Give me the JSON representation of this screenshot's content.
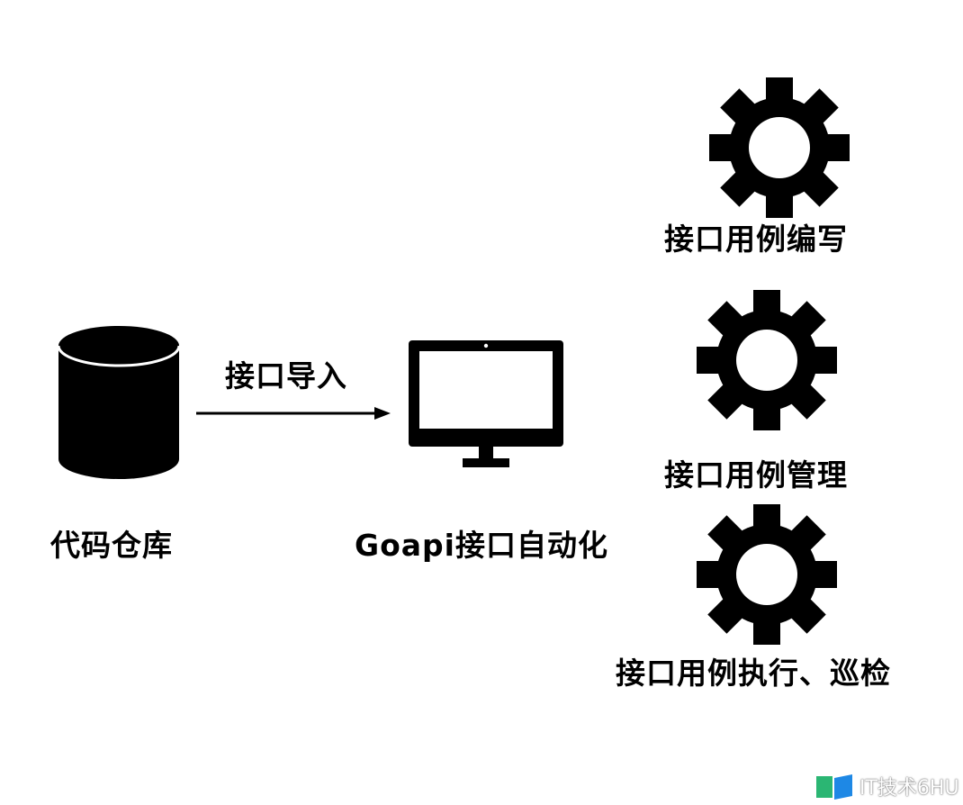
{
  "nodes": {
    "repo": {
      "label": "代码仓库"
    },
    "goapi": {
      "label": "Goapi接口自动化"
    },
    "case_write": {
      "label": "接口用例编写"
    },
    "case_manage": {
      "label": "接口用例管理"
    },
    "case_run": {
      "label": "接口用例执行、巡检"
    }
  },
  "edges": {
    "import": {
      "label": "接口导入"
    }
  },
  "watermark": {
    "text": "IT技术6HU"
  },
  "icons": {
    "repo": "database-icon",
    "goapi": "monitor-icon",
    "gears": "gear-icon"
  },
  "colors": {
    "ink": "#000000",
    "background": "#ffffff",
    "watermark_green": "#2bb673",
    "watermark_blue": "#1e88e5"
  }
}
